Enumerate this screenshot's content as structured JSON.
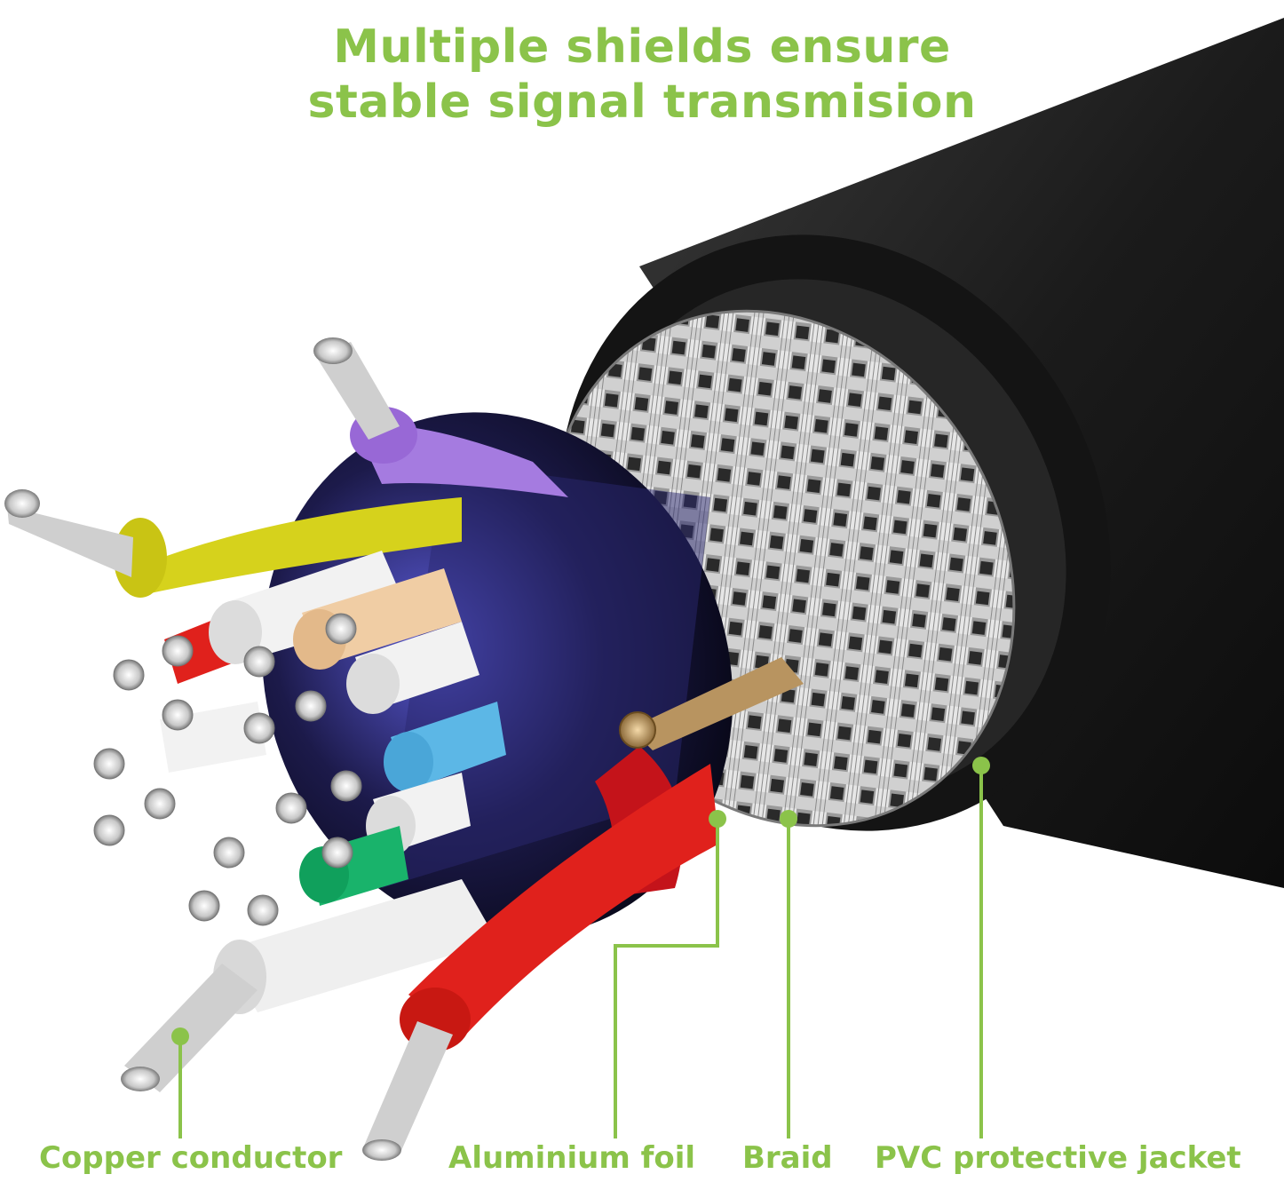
{
  "title": {
    "line1": "Multiple shields ensure",
    "line2": "stable signal transmision"
  },
  "labels": {
    "copper": "Copper conductor",
    "foil": "Aluminium foil",
    "braid": "Braid",
    "jacket": "PVC protective jacket"
  },
  "colors": {
    "accent": "#8bc34a",
    "jacket": "#1c1c1c",
    "braid": "#c9c9c9",
    "wire_yellow": "#d6d21c",
    "wire_purple": "#a57be0",
    "wire_red": "#e0211c",
    "wire_blue": "#5cb7e6",
    "wire_green": "#19b36b",
    "wire_white": "#f2f2f2",
    "wire_tan": "#f0cda4"
  }
}
